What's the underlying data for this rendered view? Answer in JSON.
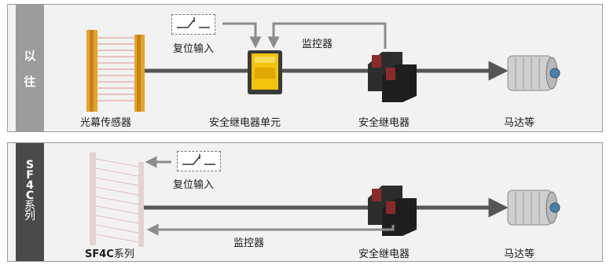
{
  "top": {
    "tab_chars": [
      "以",
      "往"
    ],
    "labels": {
      "light_curtain": "光幕传感器",
      "safety_relay_unit": "安全继电器单元",
      "safety_relay": "安全继电器",
      "motor": "马达等",
      "reset_input": "复位输入",
      "monitor": "监控器"
    }
  },
  "bottom": {
    "tab_lines": [
      "S",
      "F",
      "4",
      "C",
      "系",
      "列"
    ],
    "labels": {
      "series_bold": "SF4C",
      "series_suffix": "系列",
      "safety_relay": "安全继电器",
      "motor": "马达等",
      "reset_input": "复位输入",
      "monitor": "监控器"
    }
  },
  "colors": {
    "panel_bg": "#f2f2f2",
    "line_dark": "#555555",
    "line_gray": "#8c8c8c",
    "accent_yellow": "#f2c40c",
    "tab_light": "#9c9c9c",
    "tab_dark": "#4a4a4a"
  }
}
